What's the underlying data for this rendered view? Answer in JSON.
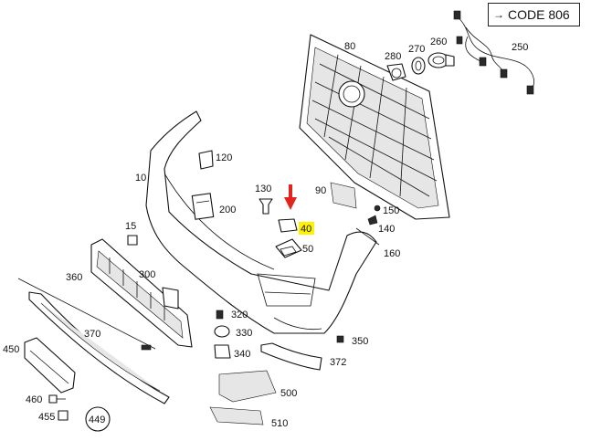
{
  "code_box": {
    "text": "CODE 806",
    "arrow_icon": "right-arrow-icon"
  },
  "highlight": {
    "part": "40",
    "color": "#fff200",
    "pointer_color": "#e3231d"
  },
  "parts": {
    "p10": "10",
    "p15": "15",
    "p40": "40",
    "p50": "50",
    "p80": "80",
    "p90": "90",
    "p120": "120",
    "p130": "130",
    "p140": "140",
    "p150": "150",
    "p160": "160",
    "p200": "200",
    "p250": "250",
    "p260": "260",
    "p270": "270",
    "p280": "280",
    "p300": "300",
    "p320": "320",
    "p330": "330",
    "p340": "340",
    "p350": "350",
    "p360": "360",
    "p370": "370",
    "p372": "372",
    "p449": "449",
    "p450": "450",
    "p455": "455",
    "p460": "460",
    "p500": "500",
    "p510": "510"
  }
}
